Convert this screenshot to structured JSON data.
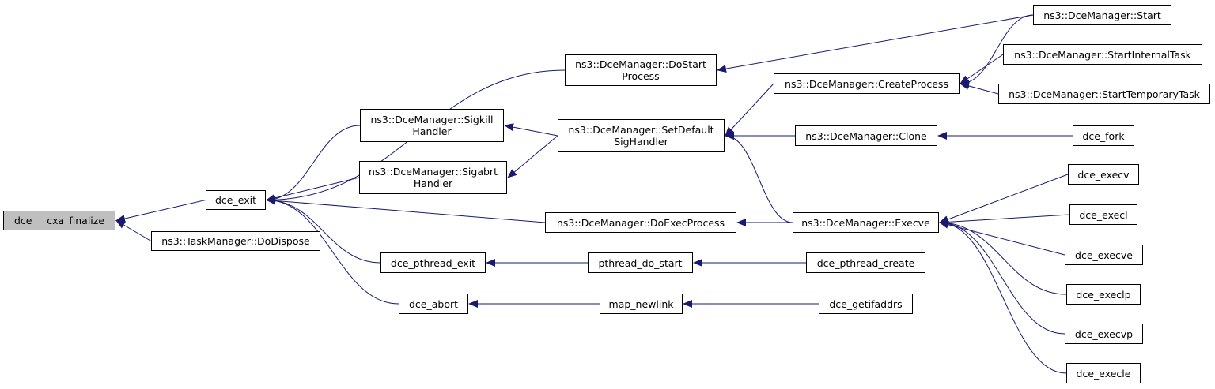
{
  "colors": {
    "edge": "#191970",
    "node_border": "#000000",
    "root_fill": "#bfbfbf",
    "node_fill": "#ffffff"
  },
  "nodes": {
    "cxa_finalize": "dce___cxa_finalize",
    "dce_exit": "dce_exit",
    "taskmgr_dodispose": "ns3::TaskManager::DoDispose",
    "dostart_process": "ns3::DceManager::DoStart\nProcess",
    "sigkill_handler": "ns3::DceManager::Sigkill\nHandler",
    "sigabrt_handler": "ns3::DceManager::Sigabrt\nHandler",
    "doexec_process": "ns3::DceManager::DoExecProcess",
    "dce_pthread_exit": "dce_pthread_exit",
    "dce_abort": "dce_abort",
    "setdefault_sighandler": "ns3::DceManager::SetDefault\nSigHandler",
    "pthread_do_start": "pthread_do_start",
    "map_newlink": "map_newlink",
    "create_process": "ns3::DceManager::CreateProcess",
    "clone": "ns3::DceManager::Clone",
    "execve_mgr": "ns3::DceManager::Execve",
    "dce_pthread_create": "dce_pthread_create",
    "dce_getifaddrs": "dce_getifaddrs",
    "start": "ns3::DceManager::Start",
    "start_internal_task": "ns3::DceManager::StartInternalTask",
    "start_temporary_task": "ns3::DceManager::StartTemporaryTask",
    "dce_fork": "dce_fork",
    "dce_execv": "dce_execv",
    "dce_execl": "dce_execl",
    "dce_execve": "dce_execve",
    "dce_execlp": "dce_execlp",
    "dce_execvp": "dce_execvp",
    "dce_execle": "dce_execle"
  },
  "edges": [
    [
      "dce_exit",
      "cxa_finalize"
    ],
    [
      "taskmgr_dodispose",
      "cxa_finalize"
    ],
    [
      "dostart_process",
      "dce_exit"
    ],
    [
      "sigkill_handler",
      "dce_exit"
    ],
    [
      "sigabrt_handler",
      "dce_exit"
    ],
    [
      "doexec_process",
      "dce_exit"
    ],
    [
      "dce_pthread_exit",
      "dce_exit"
    ],
    [
      "dce_abort",
      "dce_exit"
    ],
    [
      "start",
      "dostart_process"
    ],
    [
      "setdefault_sighandler",
      "sigkill_handler"
    ],
    [
      "setdefault_sighandler",
      "sigabrt_handler"
    ],
    [
      "execve_mgr",
      "doexec_process"
    ],
    [
      "pthread_do_start",
      "dce_pthread_exit"
    ],
    [
      "map_newlink",
      "dce_abort"
    ],
    [
      "create_process",
      "setdefault_sighandler"
    ],
    [
      "clone",
      "setdefault_sighandler"
    ],
    [
      "execve_mgr",
      "setdefault_sighandler"
    ],
    [
      "dce_pthread_create",
      "pthread_do_start"
    ],
    [
      "dce_getifaddrs",
      "map_newlink"
    ],
    [
      "start",
      "create_process"
    ],
    [
      "start_internal_task",
      "create_process"
    ],
    [
      "start_temporary_task",
      "create_process"
    ],
    [
      "dce_fork",
      "clone"
    ],
    [
      "dce_execv",
      "execve_mgr"
    ],
    [
      "dce_execl",
      "execve_mgr"
    ],
    [
      "dce_execve",
      "execve_mgr"
    ],
    [
      "dce_execlp",
      "execve_mgr"
    ],
    [
      "dce_execvp",
      "execve_mgr"
    ],
    [
      "dce_execle",
      "execve_mgr"
    ]
  ]
}
